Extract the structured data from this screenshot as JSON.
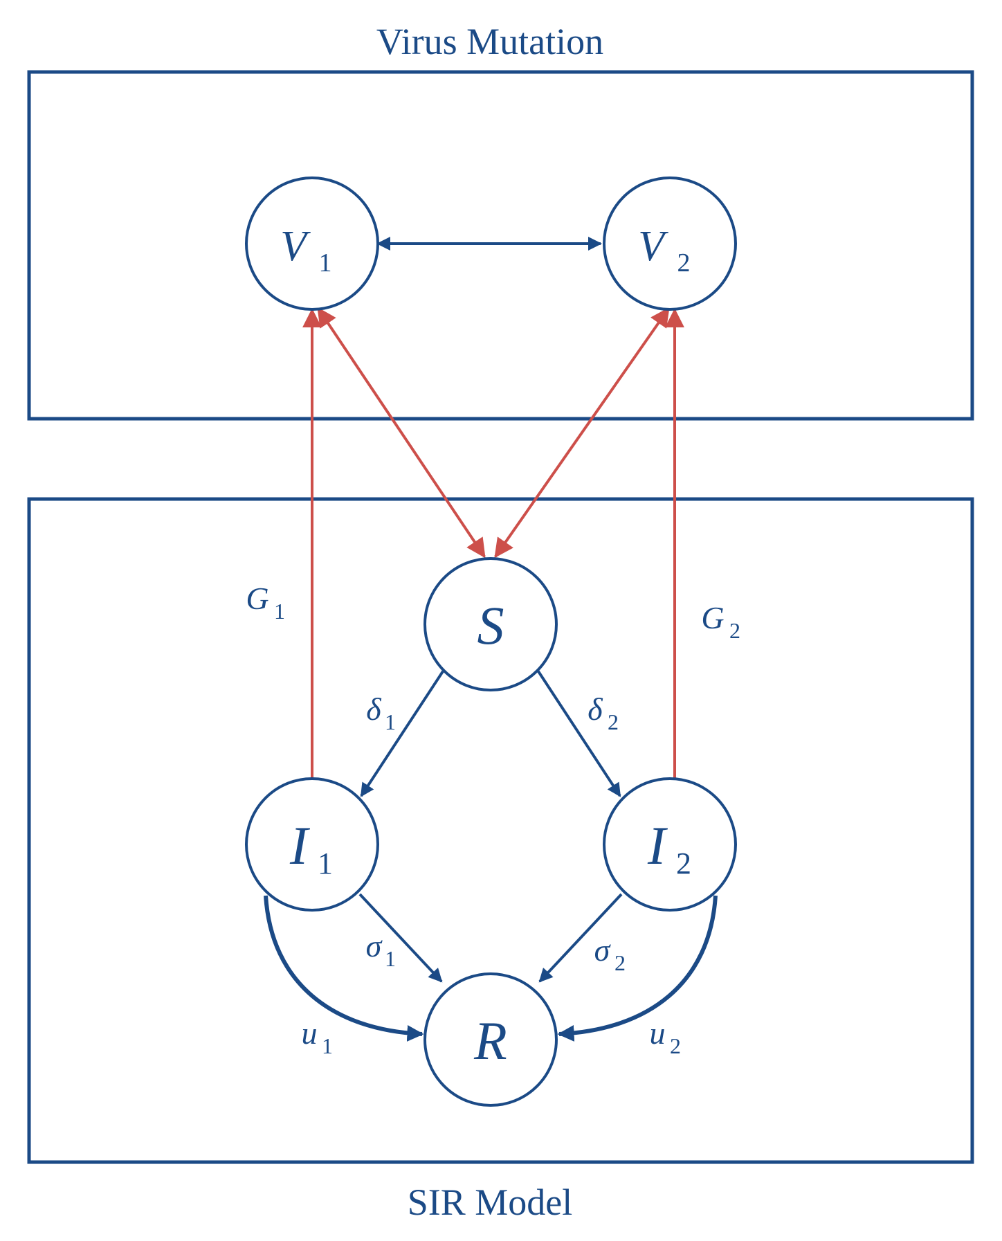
{
  "panels": {
    "top_title": "Virus Mutation",
    "bottom_title": "SIR Model"
  },
  "nodes": {
    "V1": {
      "main": "V",
      "sub": "1"
    },
    "V2": {
      "main": "V",
      "sub": "2"
    },
    "S": {
      "main": "S",
      "sub": ""
    },
    "I1": {
      "main": "I",
      "sub": "1"
    },
    "I2": {
      "main": "I",
      "sub": "2"
    },
    "R": {
      "main": "R",
      "sub": ""
    }
  },
  "edge_labels": {
    "G1": {
      "main": "G",
      "sub": "1"
    },
    "G2": {
      "main": "G",
      "sub": "2"
    },
    "delta1": {
      "main": "δ",
      "sub": "1"
    },
    "delta2": {
      "main": "δ",
      "sub": "2"
    },
    "sigma1": {
      "main": "σ",
      "sub": "1"
    },
    "sigma2": {
      "main": "σ",
      "sub": "2"
    },
    "u1": {
      "main": "u",
      "sub": "1"
    },
    "u2": {
      "main": "u",
      "sub": "2"
    }
  },
  "colors": {
    "primary_blue": "#1b4a86",
    "accent_red": "#cd4f4a",
    "background": "#ffffff"
  }
}
